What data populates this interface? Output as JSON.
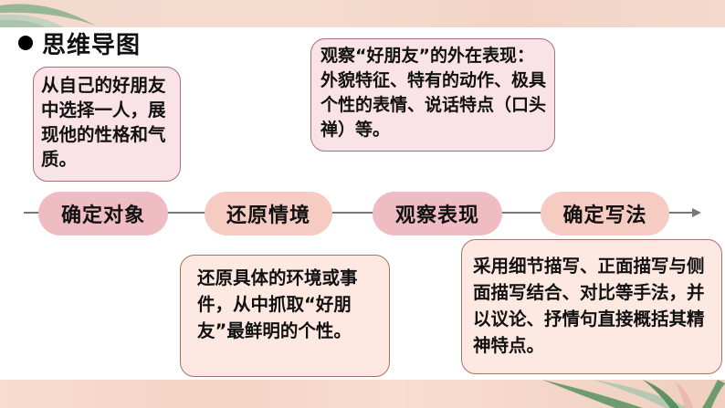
{
  "slide": {
    "title": "思维导图",
    "bullet_icon": "filled-circle"
  },
  "nodes": [
    {
      "label": "确定对象",
      "color": "#f0bcc4"
    },
    {
      "label": "还原情境",
      "color": "#f6cbc2"
    },
    {
      "label": "观察表现",
      "color": "#f0bcc4"
    },
    {
      "label": "确定写法",
      "color": "#f6cbc2"
    }
  ],
  "notes": {
    "choose_object": "从自己的好朋友中选择一人，展现他的性格和气质。",
    "observe_behavior": "观察“好朋友”的外在表现：外貌特征、特有的动作、极具个性的表情、说话特点（口头禅）等。",
    "restore_context": "还原具体的环境或事件，从中抓取“好朋友”最鲜明的个性。",
    "writing_method": "采用细节描写、正面描写与侧面描写结合、对比等手法，并以议论、抒情句直接概括其精神特点。"
  },
  "colors": {
    "note_pink_bg": "#fae3e6",
    "note_peach_bg": "#fde8e2",
    "note_border": "#a8707a",
    "timeline": "#777777",
    "band": "#f4d8cb",
    "leaf_green": "#6a9a6e"
  }
}
